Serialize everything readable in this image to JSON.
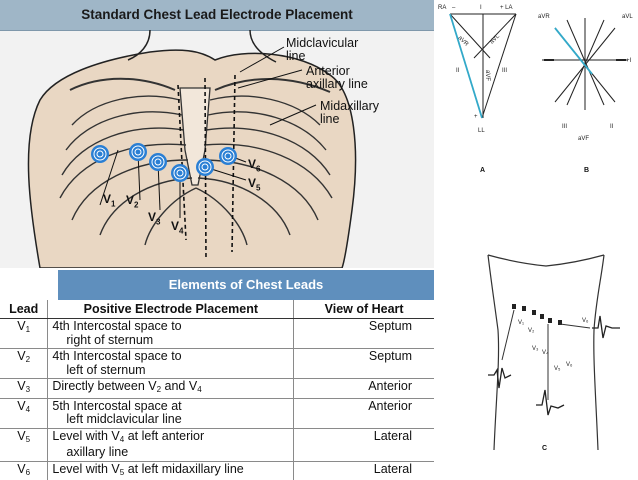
{
  "chest_panel": {
    "title": "Standard Chest Lead Electrode Placement",
    "labels": {
      "midclavicular_line": "Midclavicular",
      "midclavicular_line_2": "line",
      "anterior_axillary_line": "Anterior",
      "anterior_axillary_line_2": "axillary line",
      "midaxillary_line": "Midaxillary",
      "midaxillary_line_2": "line"
    },
    "electrodes": [
      {
        "id": "V1",
        "letter": "V",
        "num": "1"
      },
      {
        "id": "V2",
        "letter": "V",
        "num": "2"
      },
      {
        "id": "V3",
        "letter": "V",
        "num": "3"
      },
      {
        "id": "V4",
        "letter": "V",
        "num": "4"
      },
      {
        "id": "V5",
        "letter": "V",
        "num": "5"
      },
      {
        "id": "V6",
        "letter": "V",
        "num": "6"
      }
    ],
    "colors": {
      "electrode": "#2a7fd4",
      "title_bar": "#9fb6c7"
    }
  },
  "table": {
    "title": "Elements of Chest Leads",
    "headers": [
      "Lead",
      "Positive Electrode Placement",
      "View of Heart"
    ],
    "rows": [
      {
        "lead": "V",
        "lead_sub": "1",
        "line1": "4th Intercostal space to",
        "line2": "right of sternum",
        "view": "Septum"
      },
      {
        "lead": "V",
        "lead_sub": "2",
        "line1": "4th Intercostal space to",
        "line2": "left of sternum",
        "view": "Septum"
      },
      {
        "lead": "V",
        "lead_sub": "3",
        "line1a": "Directly between V",
        "line1a_sub": "2",
        "line1b": " and V",
        "line1b_sub": "4",
        "view": "Anterior"
      },
      {
        "lead": "V",
        "lead_sub": "4",
        "line1": "5th Intercostal space at",
        "line2": "left midclavicular line",
        "view": "Anterior"
      },
      {
        "lead": "V",
        "lead_sub": "5",
        "line1a": "Level with V",
        "line1a_sub": "4",
        "line1b": " at left anterior",
        "line2": "axillary line",
        "view": "Lateral"
      },
      {
        "lead": "V",
        "lead_sub": "6",
        "line1a": "Level with V",
        "line1a_sub": "5",
        "line1b": " at left midaxillary line",
        "view": "Lateral"
      }
    ],
    "colors": {
      "title_bar": "#5f8fbd"
    }
  },
  "einthoven": {
    "labels": {
      "ra": "RA",
      "la": "LA",
      "ll": "LL",
      "i": "I",
      "ii": "II",
      "iii": "III",
      "avr": "aVR",
      "avl": "aVL",
      "avf": "aVF",
      "minus": "–",
      "plus": "+",
      "plus_la": "+ LA"
    },
    "caption": "A"
  },
  "hexaxial": {
    "labels": {
      "avr": "aVR",
      "avl": "aVL",
      "avf": "aVF",
      "i_plus": "+I",
      "ii": "II",
      "iii": "III"
    },
    "caption": "B"
  },
  "torso_sketch": {
    "labels": {
      "v1": "V₁",
      "v2": "V₂",
      "v3": "V₃",
      "v4": "V₄",
      "v5": "V₅",
      "v6": "V₆",
      "v6_right": "V₆"
    },
    "caption": "C"
  }
}
